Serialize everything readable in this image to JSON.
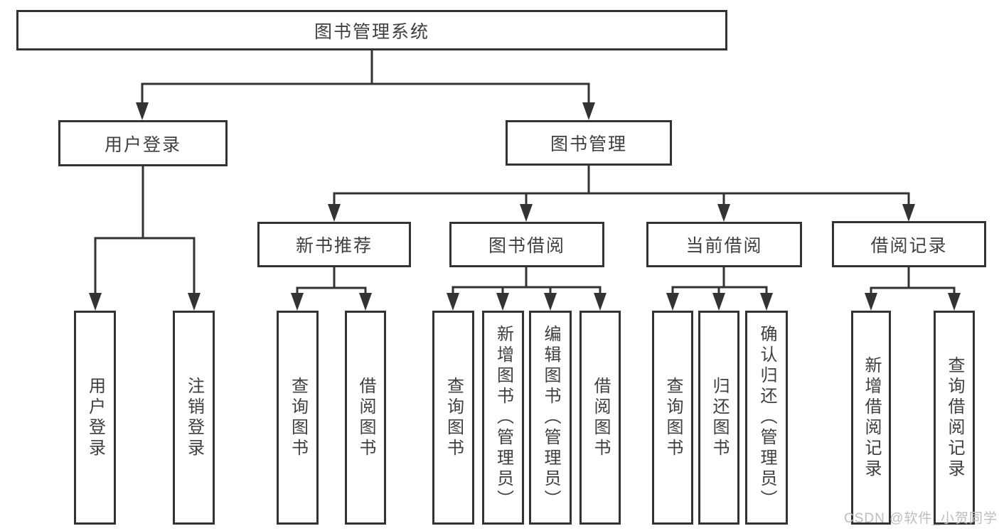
{
  "diagram_title": "图书管理系统",
  "watermark": "CSDN @软件_小贺同学",
  "colors": {
    "line": "#333333",
    "text": "#3f3f3f",
    "watermark": "#bdbdbd",
    "background": "#ffffff"
  },
  "tree": {
    "label": "图书管理系统",
    "children": [
      {
        "label": "用户登录",
        "children": [
          {
            "label": "用户登录"
          },
          {
            "label": "注销登录"
          }
        ]
      },
      {
        "label": "图书管理",
        "children": [
          {
            "label": "新书推荐",
            "children": [
              {
                "label": "查询图书"
              },
              {
                "label": "借阅图书"
              }
            ]
          },
          {
            "label": "图书借阅",
            "children": [
              {
                "label": "查询图书"
              },
              {
                "label": "新增图书（管理员）"
              },
              {
                "label": "编辑图书（管理员）"
              },
              {
                "label": "借阅图书"
              }
            ]
          },
          {
            "label": "当前借阅",
            "children": [
              {
                "label": "查询图书"
              },
              {
                "label": "归还图书"
              },
              {
                "label": "确认归还（管理员）"
              }
            ]
          },
          {
            "label": "借阅记录",
            "children": [
              {
                "label": "新增借阅记录"
              },
              {
                "label": "查询借阅记录"
              }
            ]
          }
        ]
      }
    ]
  }
}
